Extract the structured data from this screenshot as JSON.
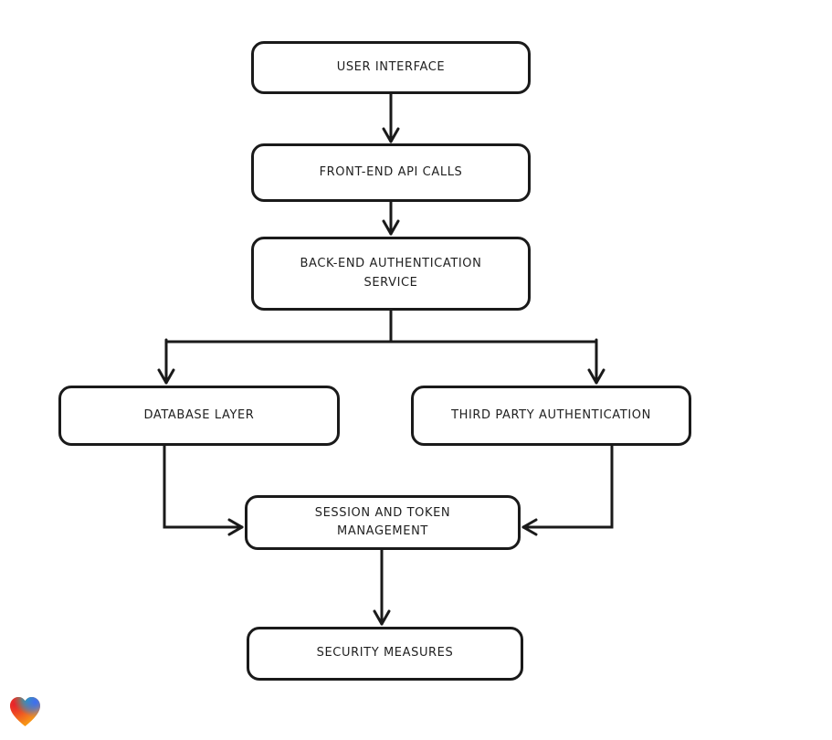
{
  "diagram": {
    "background_color": "#ffffff",
    "stroke_color": "#1a1a1a",
    "node_fill_color": "#ffffff",
    "style": "hand-drawn flowchart",
    "nodes": [
      {
        "id": "user-interface",
        "label": "USER INTERFACE"
      },
      {
        "id": "front-end-api-calls",
        "label": "FRONT-END API CALLS"
      },
      {
        "id": "back-end-auth-service",
        "label": "BACK-END AUTHENTICATION SERVICE"
      },
      {
        "id": "database-layer",
        "label": "DATABASE LAYER"
      },
      {
        "id": "third-party-auth",
        "label": "THIRD PARTY AUTHENTICATION"
      },
      {
        "id": "session-token-management",
        "label": "SESSION AND TOKEN MANAGEMENT"
      },
      {
        "id": "security-measures",
        "label": "SECURITY MEASURES"
      }
    ],
    "edges": [
      {
        "from": "user-interface",
        "to": "front-end-api-calls"
      },
      {
        "from": "front-end-api-calls",
        "to": "back-end-auth-service"
      },
      {
        "from": "back-end-auth-service",
        "to": "database-layer"
      },
      {
        "from": "back-end-auth-service",
        "to": "third-party-auth"
      },
      {
        "from": "database-layer",
        "to": "session-token-management"
      },
      {
        "from": "third-party-auth",
        "to": "session-token-management"
      },
      {
        "from": "session-token-management",
        "to": "security-measures"
      }
    ],
    "logo": {
      "name": "gradient-heart-logo",
      "colors": [
        "#e8232a",
        "#14b8a6",
        "#3b6ef6",
        "#f58a1b"
      ]
    }
  }
}
